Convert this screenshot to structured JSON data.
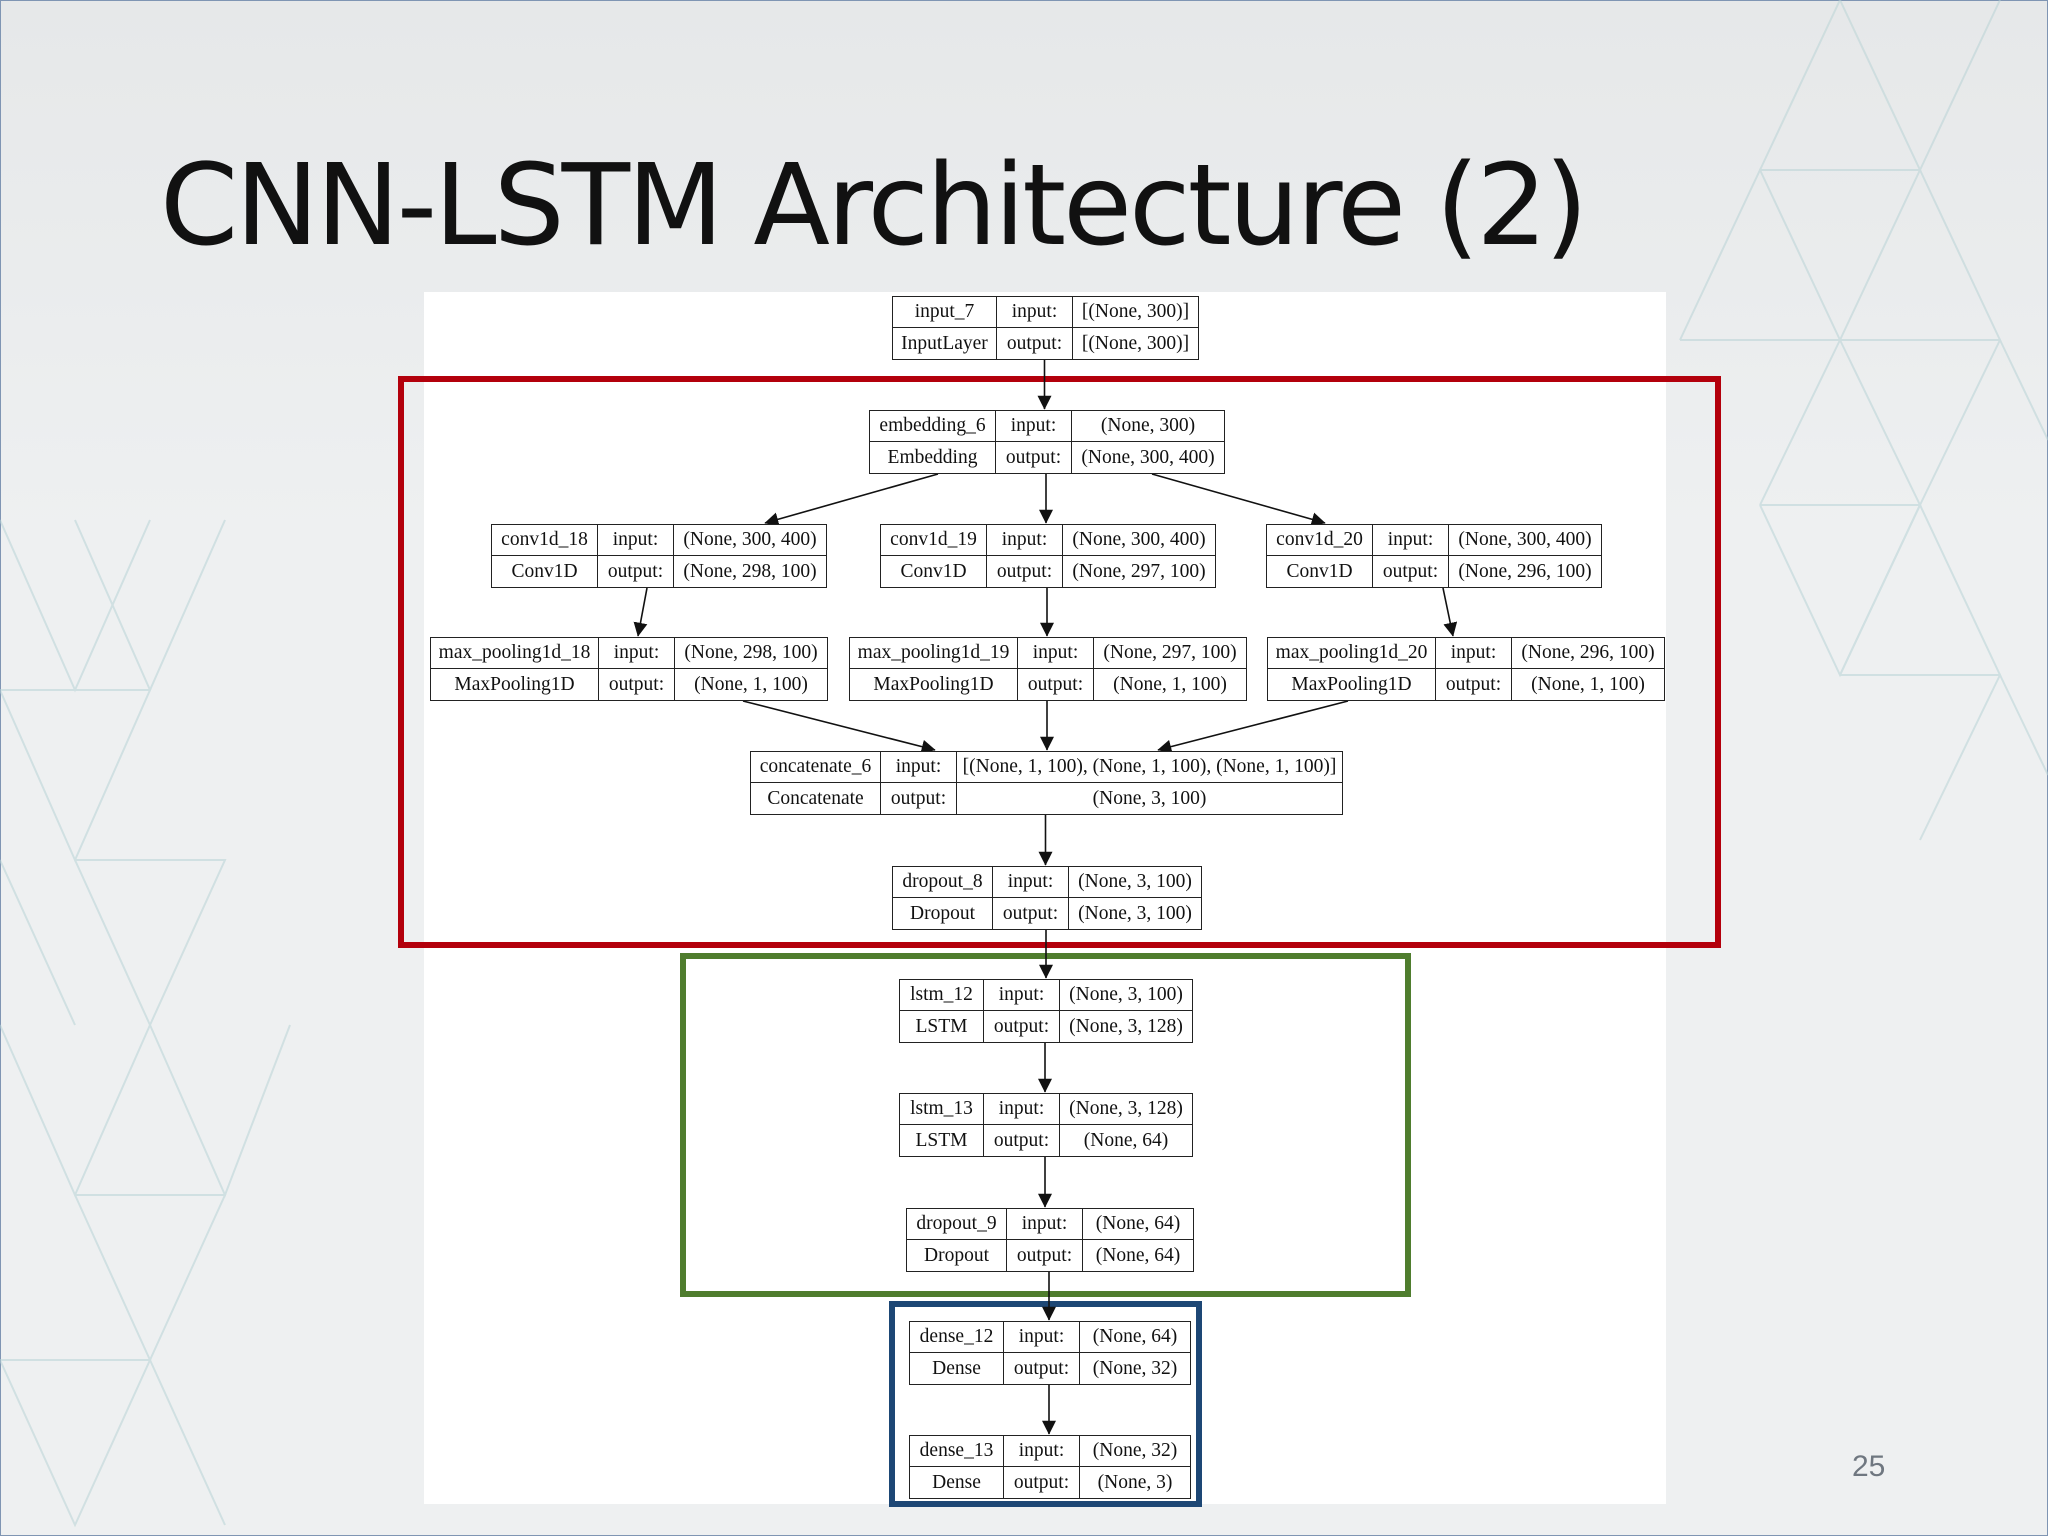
{
  "slide": {
    "title": "CNN-LSTM Architecture (2)",
    "page_number": "25"
  },
  "colors": {
    "cnn_highlight": "#b3000c",
    "lstm_highlight": "#4f7d2e",
    "dense_highlight": "#1d4775"
  },
  "diagram": {
    "layers": {
      "input_7": {
        "name": "input_7",
        "type": "InputLayer",
        "in_label": "input:",
        "out_label": "output:",
        "input": "[(None, 300)]",
        "output": "[(None, 300)]"
      },
      "embedding_6": {
        "name": "embedding_6",
        "type": "Embedding",
        "in_label": "input:",
        "out_label": "output:",
        "input": "(None, 300)",
        "output": "(None, 300, 400)"
      },
      "conv1d_18": {
        "name": "conv1d_18",
        "type": "Conv1D",
        "in_label": "input:",
        "out_label": "output:",
        "input": "(None, 300, 400)",
        "output": "(None, 298, 100)"
      },
      "conv1d_19": {
        "name": "conv1d_19",
        "type": "Conv1D",
        "in_label": "input:",
        "out_label": "output:",
        "input": "(None, 300, 400)",
        "output": "(None, 297, 100)"
      },
      "conv1d_20": {
        "name": "conv1d_20",
        "type": "Conv1D",
        "in_label": "input:",
        "out_label": "output:",
        "input": "(None, 300, 400)",
        "output": "(None, 296, 100)"
      },
      "max_pooling1d_18": {
        "name": "max_pooling1d_18",
        "type": "MaxPooling1D",
        "in_label": "input:",
        "out_label": "output:",
        "input": "(None, 298, 100)",
        "output": "(None, 1, 100)"
      },
      "max_pooling1d_19": {
        "name": "max_pooling1d_19",
        "type": "MaxPooling1D",
        "in_label": "input:",
        "out_label": "output:",
        "input": "(None, 297, 100)",
        "output": "(None, 1, 100)"
      },
      "max_pooling1d_20": {
        "name": "max_pooling1d_20",
        "type": "MaxPooling1D",
        "in_label": "input:",
        "out_label": "output:",
        "input": "(None, 296, 100)",
        "output": "(None, 1, 100)"
      },
      "concatenate_6": {
        "name": "concatenate_6",
        "type": "Concatenate",
        "in_label": "input:",
        "out_label": "output:",
        "input": "[(None, 1, 100), (None, 1, 100), (None, 1, 100)]",
        "output": "(None, 3, 100)"
      },
      "dropout_8": {
        "name": "dropout_8",
        "type": "Dropout",
        "in_label": "input:",
        "out_label": "output:",
        "input": "(None, 3, 100)",
        "output": "(None, 3, 100)"
      },
      "lstm_12": {
        "name": "lstm_12",
        "type": "LSTM",
        "in_label": "input:",
        "out_label": "output:",
        "input": "(None, 3, 100)",
        "output": "(None, 3, 128)"
      },
      "lstm_13": {
        "name": "lstm_13",
        "type": "LSTM",
        "in_label": "input:",
        "out_label": "output:",
        "input": "(None, 3, 128)",
        "output": "(None, 64)"
      },
      "dropout_9": {
        "name": "dropout_9",
        "type": "Dropout",
        "in_label": "input:",
        "out_label": "output:",
        "input": "(None, 64)",
        "output": "(None, 64)"
      },
      "dense_12": {
        "name": "dense_12",
        "type": "Dense",
        "in_label": "input:",
        "out_label": "output:",
        "input": "(None, 64)",
        "output": "(None, 32)"
      },
      "dense_13": {
        "name": "dense_13",
        "type": "Dense",
        "in_label": "input:",
        "out_label": "output:",
        "input": "(None, 32)",
        "output": "(None, 3)"
      }
    },
    "edges": [
      [
        "input_7",
        "embedding_6"
      ],
      [
        "embedding_6",
        "conv1d_18"
      ],
      [
        "embedding_6",
        "conv1d_19"
      ],
      [
        "embedding_6",
        "conv1d_20"
      ],
      [
        "conv1d_18",
        "max_pooling1d_18"
      ],
      [
        "conv1d_19",
        "max_pooling1d_19"
      ],
      [
        "conv1d_20",
        "max_pooling1d_20"
      ],
      [
        "max_pooling1d_18",
        "concatenate_6"
      ],
      [
        "max_pooling1d_19",
        "concatenate_6"
      ],
      [
        "max_pooling1d_20",
        "concatenate_6"
      ],
      [
        "concatenate_6",
        "dropout_8"
      ],
      [
        "dropout_8",
        "lstm_12"
      ],
      [
        "lstm_12",
        "lstm_13"
      ],
      [
        "lstm_13",
        "dropout_9"
      ],
      [
        "dropout_9",
        "dense_12"
      ],
      [
        "dense_12",
        "dense_13"
      ]
    ]
  }
}
